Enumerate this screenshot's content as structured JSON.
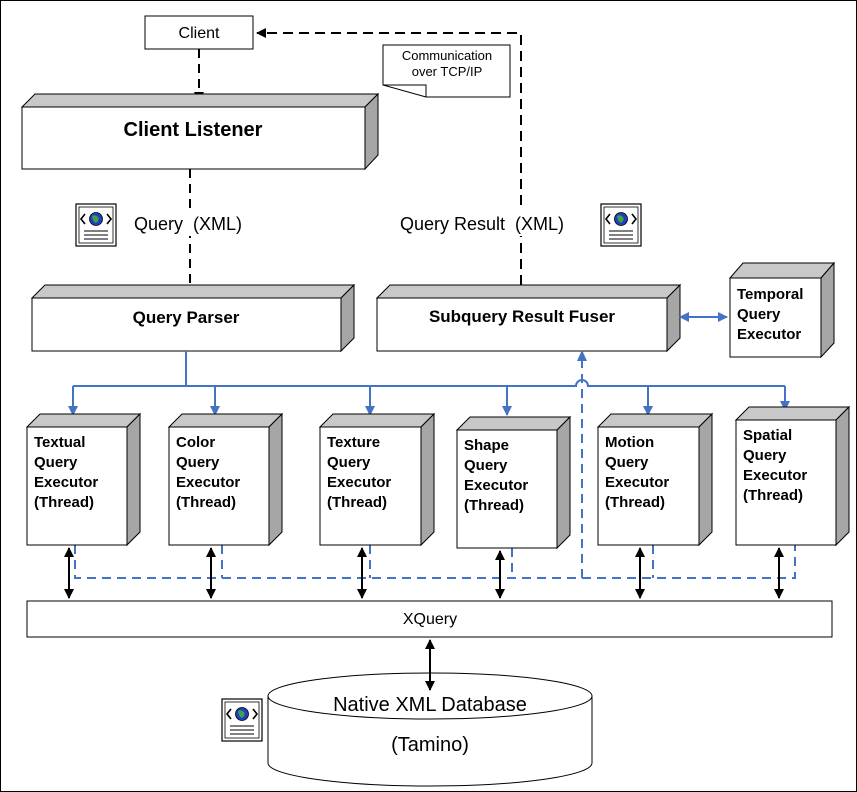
{
  "client": "Client",
  "client_listener": "Client Listener",
  "comm_note": [
    "Communication",
    "over TCP/IP"
  ],
  "query_label": "Query  (XML)",
  "result_label": "Query Result  (XML)",
  "query_parser": "Query Parser",
  "fuser": "Subquery Result Fuser",
  "temporal": [
    "Temporal",
    "Query",
    "Executor"
  ],
  "executors": [
    {
      "id": "textual",
      "lines": [
        "Textual",
        "Query",
        "Executor",
        "(Thread)"
      ]
    },
    {
      "id": "color",
      "lines": [
        "Color",
        "Query",
        "Executor",
        "(Thread)"
      ]
    },
    {
      "id": "texture",
      "lines": [
        "Texture",
        "Query",
        "Executor",
        "(Thread)"
      ]
    },
    {
      "id": "shape",
      "lines": [
        "Shape",
        "Query",
        "Executor",
        "(Thread)"
      ]
    },
    {
      "id": "motion",
      "lines": [
        "Motion",
        "Query",
        "Executor",
        "(Thread)"
      ]
    },
    {
      "id": "spatial",
      "lines": [
        "Spatial",
        "Query",
        "Executor",
        "(Thread)"
      ]
    }
  ],
  "xquery": "XQuery",
  "database": [
    "Native XML Database",
    "(Tamino)"
  ],
  "colors": {
    "blue": "#4472C4",
    "box_shadow": "#a6a6a6",
    "box_top": "#c8c8c8"
  },
  "icons": [
    "xml-document-icon"
  ]
}
